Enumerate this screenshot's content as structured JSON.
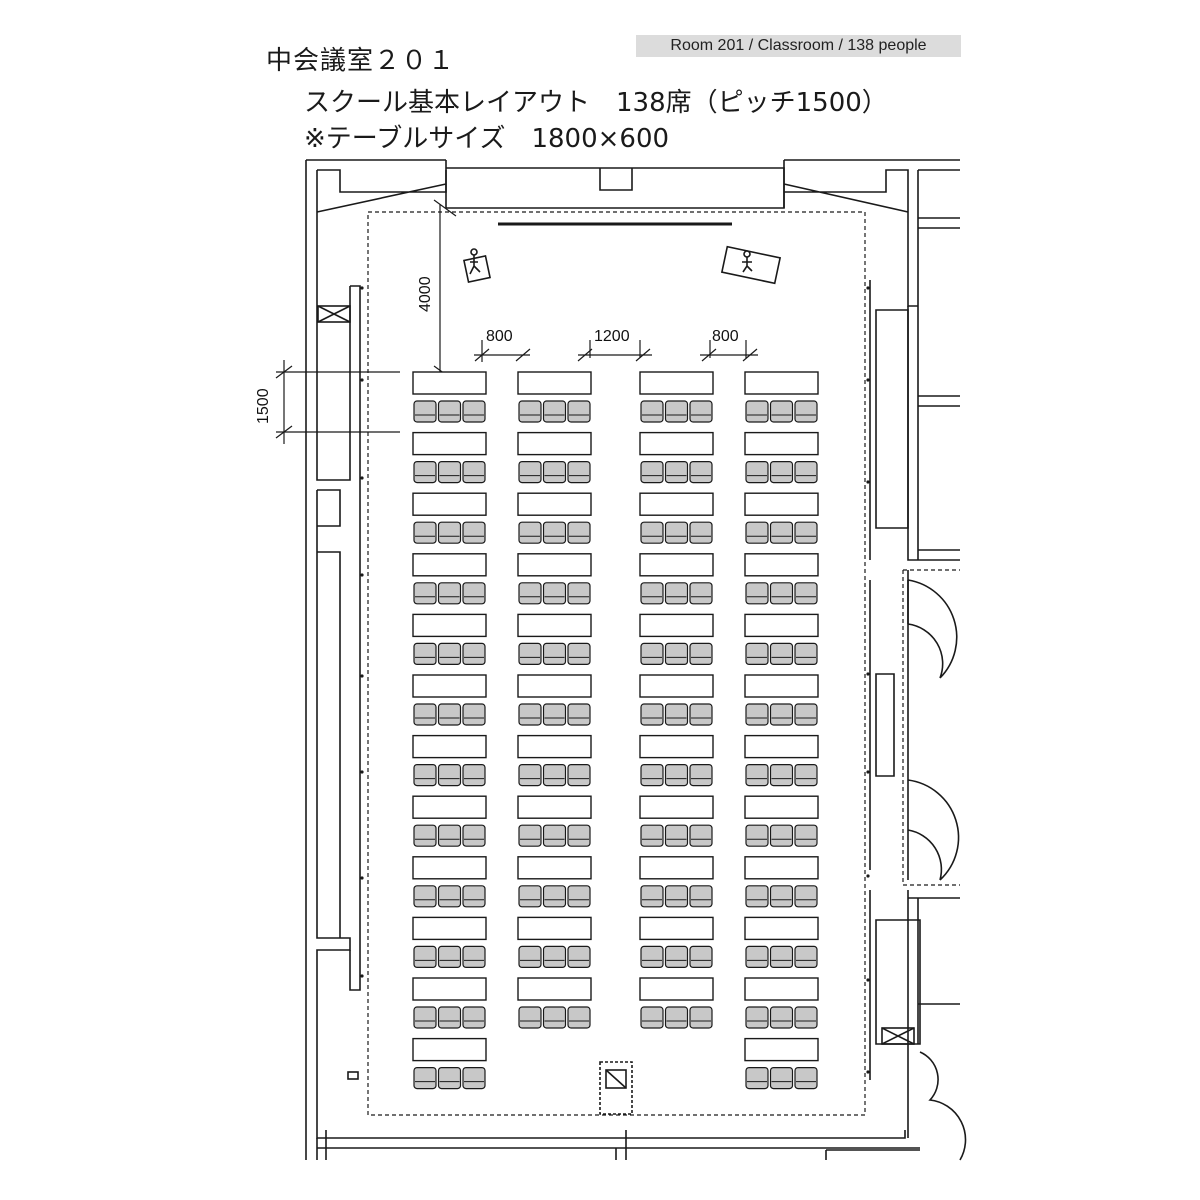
{
  "header": {
    "title": "中会議室２０１",
    "subtitle": "スクール基本レイアウト　138席（ピッチ1500）",
    "table_size": "※テーブルサイズ　1800×600",
    "badge": "Room 201 / Classroom / 138 people"
  },
  "dimensions": {
    "front_clearance": "4000",
    "side_aisle_left": "800",
    "center_aisle": "1200",
    "side_aisle_right": "800",
    "row_pitch": "1500"
  },
  "layout": {
    "columns": 4,
    "rows_per_column": [
      12,
      11,
      11,
      12
    ],
    "seats_per_table": 3,
    "total_seats": 138
  },
  "colors": {
    "line": "#1a1a1a",
    "seat_fill": "#c8c8c8",
    "badge_bg": "#dcdcdc"
  },
  "icons": {
    "lectern": "lectern-icon",
    "podium": "podium-icon",
    "screen": "screen-icon",
    "pillar_box": "pillar-box-icon",
    "equipment": "equipment-icon"
  }
}
